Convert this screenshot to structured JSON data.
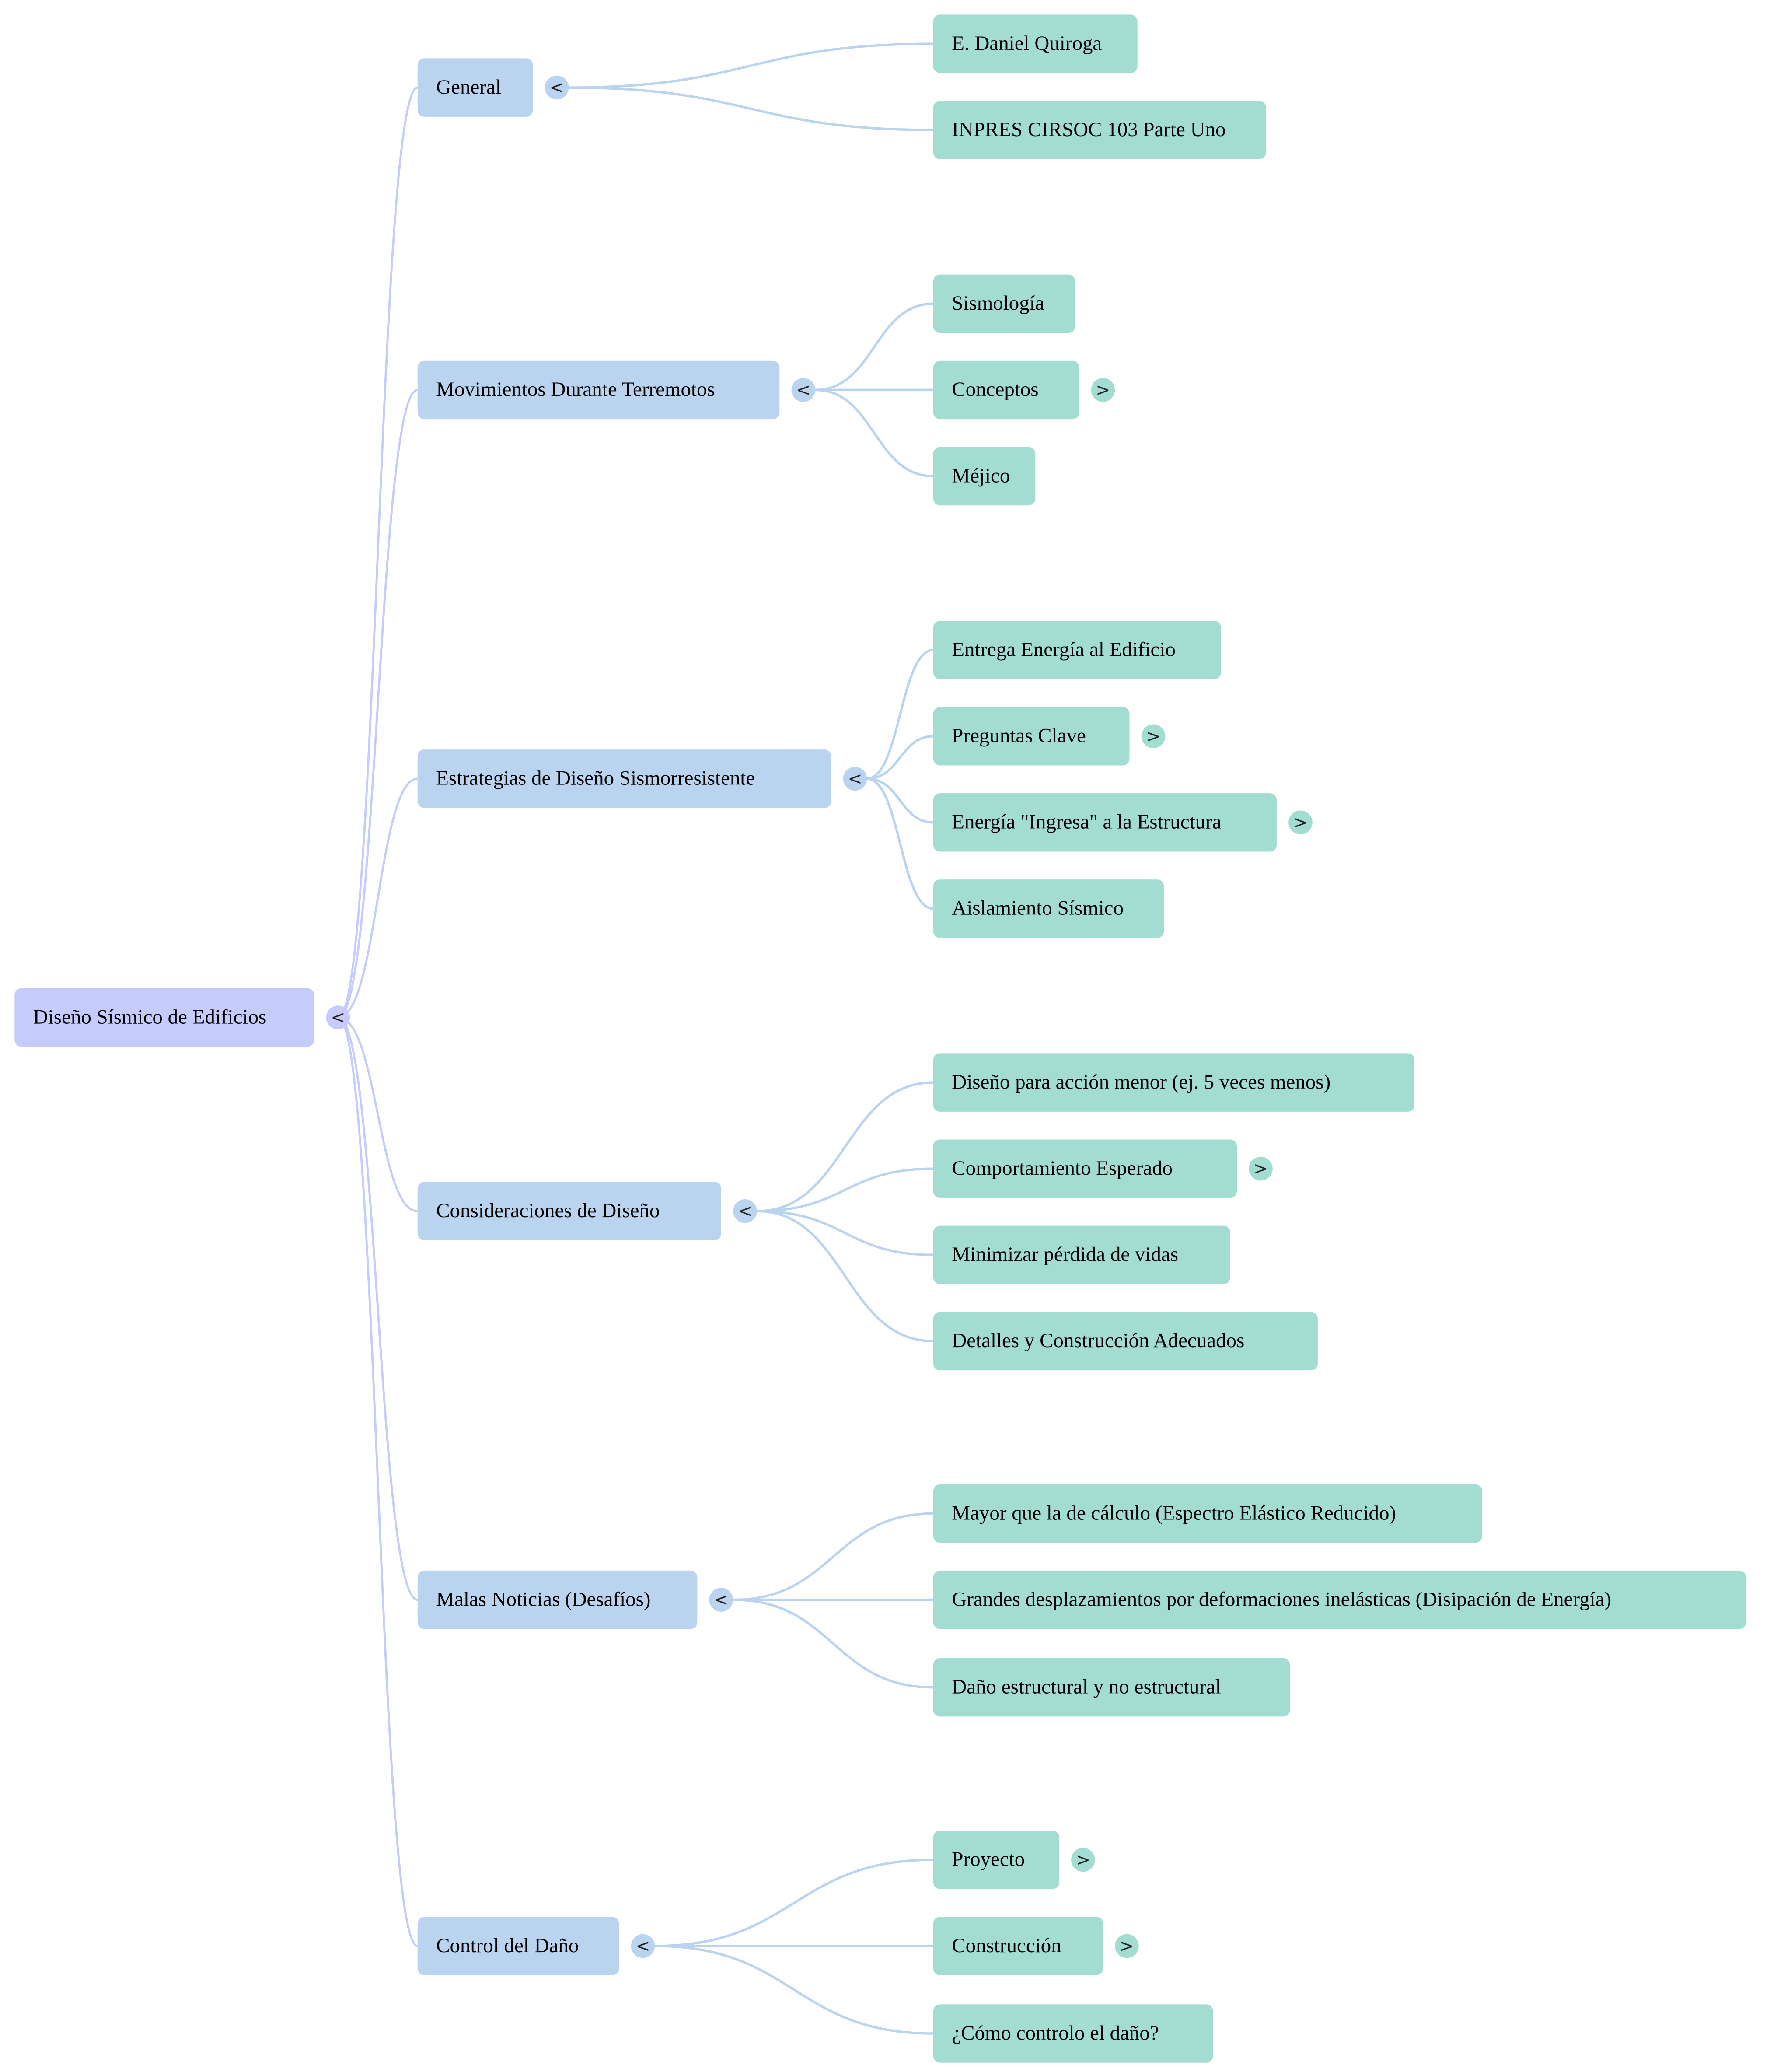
{
  "colors": {
    "root_fill": "#c5cbfb",
    "branch_fill": "#bad4ef",
    "leaf_fill": "#a3dcd1",
    "root_link": "#c5cbfb",
    "branch_link": "#bad4ef",
    "background": "#ffffff"
  },
  "mindmap": {
    "root": {
      "label": "Diseño Sísmico de Edificios",
      "toggle": "<"
    },
    "branches": [
      {
        "label": "General",
        "toggle": "<",
        "children": [
          {
            "label": "E. Daniel Quiroga",
            "toggle": null
          },
          {
            "label": "INPRES CIRSOC 103 Parte Uno",
            "toggle": null
          }
        ]
      },
      {
        "label": "Movimientos Durante Terremotos",
        "toggle": "<",
        "children": [
          {
            "label": "Sismología",
            "toggle": null
          },
          {
            "label": "Conceptos",
            "toggle": ">"
          },
          {
            "label": "Méjico",
            "toggle": null
          }
        ]
      },
      {
        "label": "Estrategias de Diseño Sismorresistente",
        "toggle": "<",
        "children": [
          {
            "label": "Entrega Energía al Edificio",
            "toggle": null
          },
          {
            "label": "Preguntas Clave",
            "toggle": ">"
          },
          {
            "label": "Energía \"Ingresa\" a la Estructura",
            "toggle": ">"
          },
          {
            "label": "Aislamiento Sísmico",
            "toggle": null
          }
        ]
      },
      {
        "label": "Consideraciones de Diseño",
        "toggle": "<",
        "children": [
          {
            "label": "Diseño para acción menor (ej. 5 veces menos)",
            "toggle": null
          },
          {
            "label": "Comportamiento Esperado",
            "toggle": ">"
          },
          {
            "label": "Minimizar pérdida de vidas",
            "toggle": null
          },
          {
            "label": "Detalles y Construcción Adecuados",
            "toggle": null
          }
        ]
      },
      {
        "label": "Malas Noticias (Desafíos)",
        "toggle": "<",
        "children": [
          {
            "label": "Mayor que la de cálculo (Espectro Elástico Reducido)",
            "toggle": null
          },
          {
            "label": "Grandes desplazamientos por deformaciones inelásticas (Disipación de Energía)",
            "toggle": null
          },
          {
            "label": "Daño estructural y no estructural",
            "toggle": null
          }
        ]
      },
      {
        "label": "Control del Daño",
        "toggle": "<",
        "children": [
          {
            "label": "Proyecto",
            "toggle": ">"
          },
          {
            "label": "Construcción",
            "toggle": ">"
          },
          {
            "label": "¿Cómo controlo el daño?",
            "toggle": null
          }
        ]
      }
    ]
  }
}
